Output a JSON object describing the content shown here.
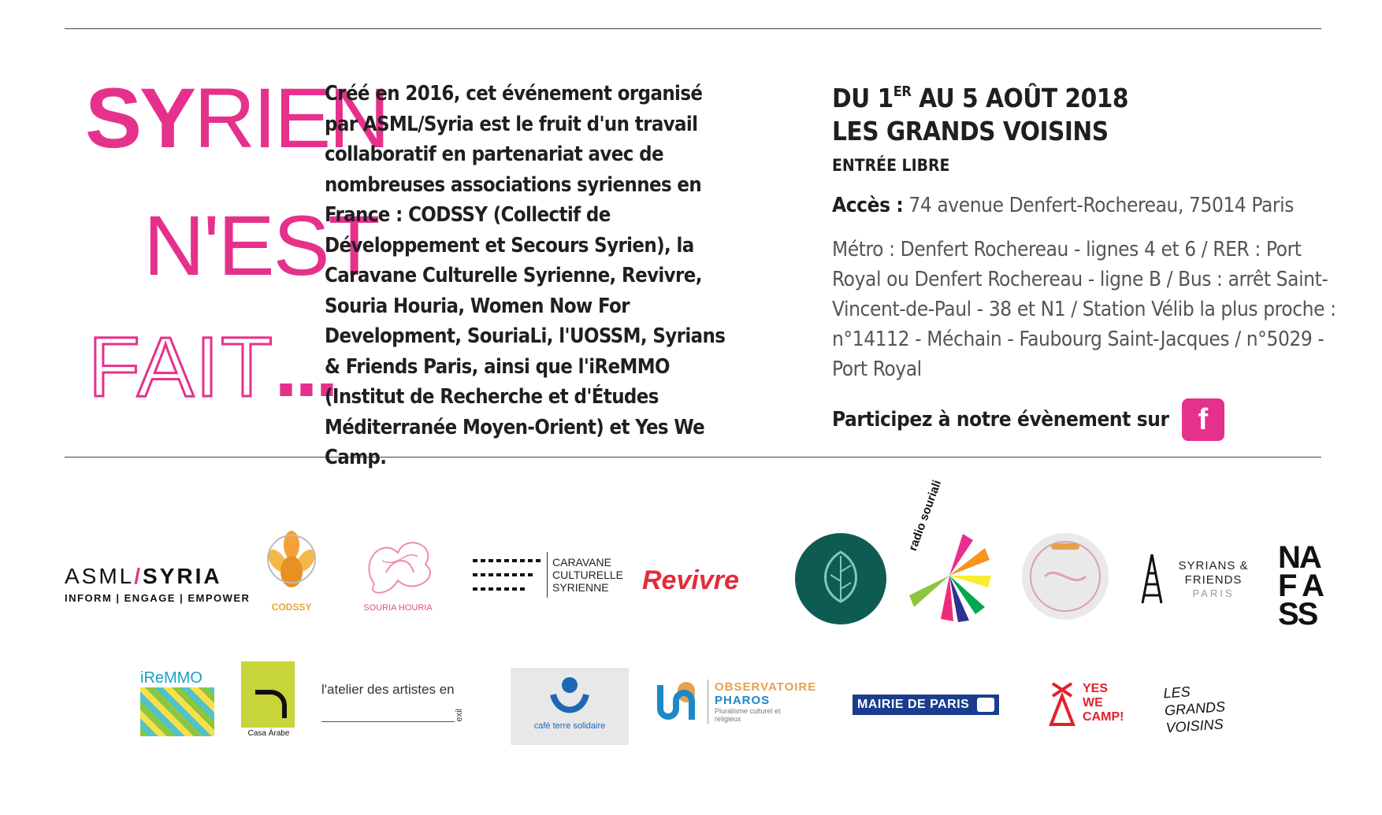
{
  "title": {
    "line1_bold": "SY",
    "line1_rest": "RIEN",
    "line2": "N'EST",
    "line3": "FAIT",
    "line3_dots": "..."
  },
  "description": "Créé en 2016, cet événement organisé par ASML/Syria est le fruit d'un travail collaboratif en partenariat avec de nombreuses associations syriennes en France : CODSSY (Collectif de Développement et Secours Syrien), la Caravane Culturelle Syrienne, Revivre, Souria Houria, Women Now For Development, SouriaLi, l'UOSSM, Syrians & Friends Paris, ainsi que l'iReMMO (Institut de Recherche et d'Études Méditerranée Moyen-Orient) et Yes We Camp.",
  "event": {
    "date_prefix": "DU 1",
    "date_sup": "ER",
    "date_suffix": " AU 5 AOÛT 2018",
    "venue": "LES GRANDS VOISINS",
    "entry": "ENTRÉE LIBRE",
    "access_label": "Accès :",
    "access_value": " 74 avenue Denfert-Rochereau, 75014 Paris",
    "metro": "Métro : Denfert Rochereau - lignes 4 et 6 / RER : Port Royal ou Denfert Rochereau - ligne B / Bus : arrêt Saint-Vincent-de-Paul - 38 et N1 / Station Vélib la plus proche : n°14112 - Méchain - Faubourg Saint-Jacques / n°5029 - Port Royal",
    "facebook_text": "Participez à notre évènement sur",
    "facebook_glyph": "f"
  },
  "logos": {
    "asml_a": "ASML",
    "asml_slash": "/",
    "asml_b": "SYRIA",
    "asml_tagline": "INFORM | ENGAGE | EMPOWER",
    "codssy": "CODSSY",
    "souria_houria": "SOURIA HOURIA",
    "caravane": "CARAVANE CULTURELLE SYRIENNE",
    "revivre": "Revivre",
    "souriali": "radio souriali",
    "syrians_friends": "SYRIANS & FRIENDS",
    "syrians_paris": "PARIS",
    "nafass": "NAF ASS",
    "iremmo": "iReMMO",
    "casa_arabe": "Casa Árabe",
    "atelier": "l'atelier des artistes en",
    "atelier_side": "exil",
    "cafe": "café terre solidaire",
    "pharos_1": "OBSERVATOIRE",
    "pharos_2": "PHAROS",
    "pharos_3": "Pluralisme culturel et religieux",
    "mairie": "MAIRIE DE PARIS",
    "yes_1": "YES",
    "yes_2": "WE",
    "yes_3": "CAMP!",
    "grands_voisins": "LES GRANDS VOISINS"
  },
  "colors": {
    "accent": "#e6318c",
    "text": "#1f1f1f",
    "muted": "#555555",
    "mairie": "#1a3d8f"
  }
}
